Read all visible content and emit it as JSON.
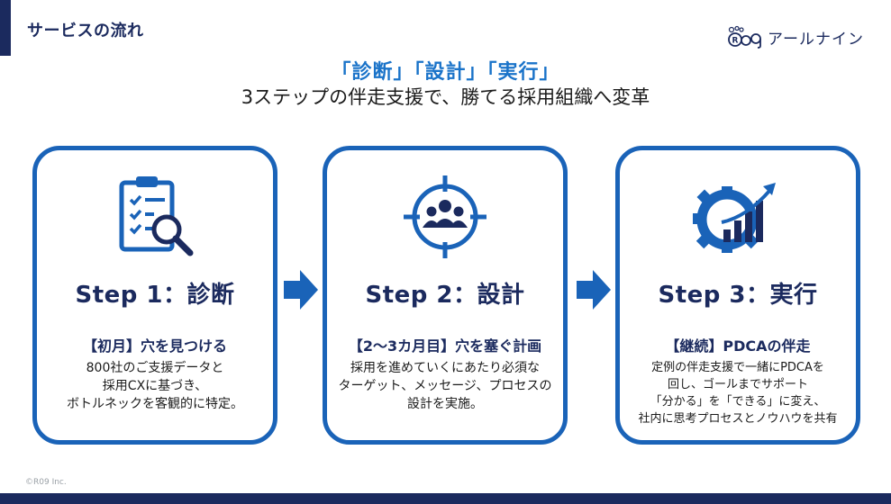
{
  "header": {
    "title": "サービスの流れ",
    "logo_text": "アールナイン"
  },
  "headline": "「診断」「設計」「実行」",
  "subheadline": "3ステップの伴走支援で、勝てる採用組織へ変革",
  "steps": [
    {
      "title": "Step 1：診断",
      "subtitle": "【初月】穴を見つける",
      "desc": [
        "800社のご支援データと",
        "採用CXに基づき、",
        "ボトルネックを客観的に特定。"
      ],
      "icon": "clipboard-magnifier-icon"
    },
    {
      "title": "Step 2：設計",
      "subtitle": "【2～3カ月目】穴を塞ぐ計画",
      "desc": [
        "採用を進めていくにあたり必須な",
        "ターゲット、メッセージ、プロセスの",
        "設計を実施。"
      ],
      "icon": "target-team-icon"
    },
    {
      "title": "Step 3：実行",
      "subtitle": "【継続】PDCAの伴走",
      "desc": [
        "定例の伴走支援で一緒にPDCAを",
        "回し、ゴールまでサポート",
        "「分かる」を「できる」に変え、",
        "社内に思考プロセスとノウハウを共有"
      ],
      "icon": "gear-growth-chart-icon"
    }
  ],
  "footer": {
    "copyright": "©R09 Inc."
  },
  "colors": {
    "navy": "#1b2a5e",
    "blue": "#1a63b8",
    "accent_blue": "#1a73c9"
  }
}
